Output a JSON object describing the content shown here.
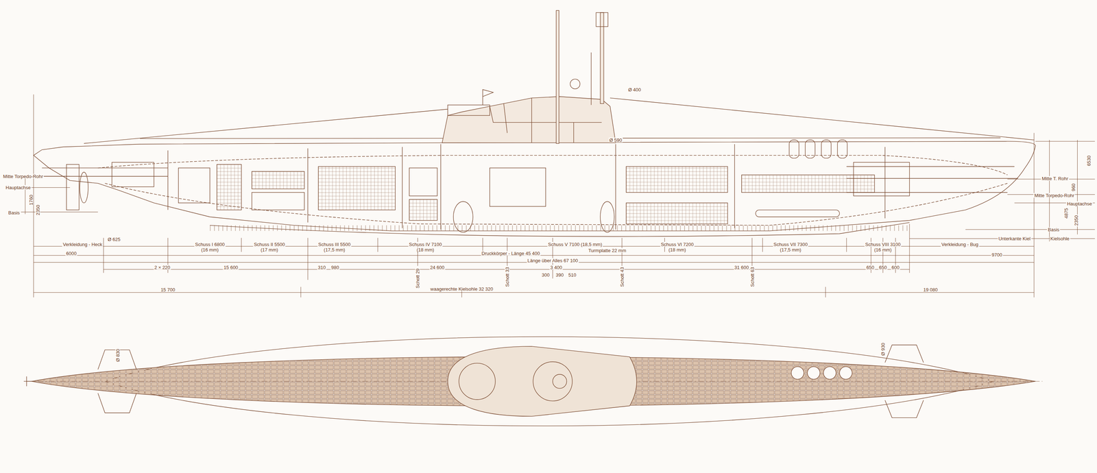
{
  "diagram": {
    "labels": [
      "Mitte Torpedo-Rohr",
      "Hauptachse",
      "Basis",
      "1760",
      "2350",
      "Ø 625",
      "Verkleidung - Heck",
      "6000",
      "Schuss I 6800",
      "(16 mm)",
      "Schuss II 5500",
      "(17 mm)",
      "Schuss III 5500",
      "(17,5 mm)",
      "Schuss IV 7100",
      "(18 mm)",
      "Schuss V 7100 (18,5 mm)",
      "Turmplatte 22 mm",
      "Schuss VI 7200",
      "(18 mm)",
      "Schuss VII 7300",
      "(17,5 mm)",
      "Schuss VIII 3100",
      "(16 mm)",
      "Verkleidung - Bug",
      "9700",
      "Druckkörper - Länge 45 400",
      "Länge über Alles 67 100",
      "2 × 220",
      "15 600",
      "310",
      "980",
      "24 600",
      "3 400",
      "300",
      "390",
      "510",
      "31 600",
      "650",
      "650",
      "600",
      "Schott 29",
      "Schott 33",
      "Schott 43",
      "Schott 63",
      "waagerechte Kielsohle 32 320",
      "15 700",
      "19 080",
      "Mitte T. Rohr",
      "Mitte Torpedo-Rohr",
      "Hauptachse",
      "Basis",
      "Unterkante Kiel",
      "Kielsohle",
      "6530",
      "960",
      "4875",
      "2350",
      "Ø 400",
      "Ø 590",
      "Ø 830",
      "Ø 930"
    ]
  }
}
